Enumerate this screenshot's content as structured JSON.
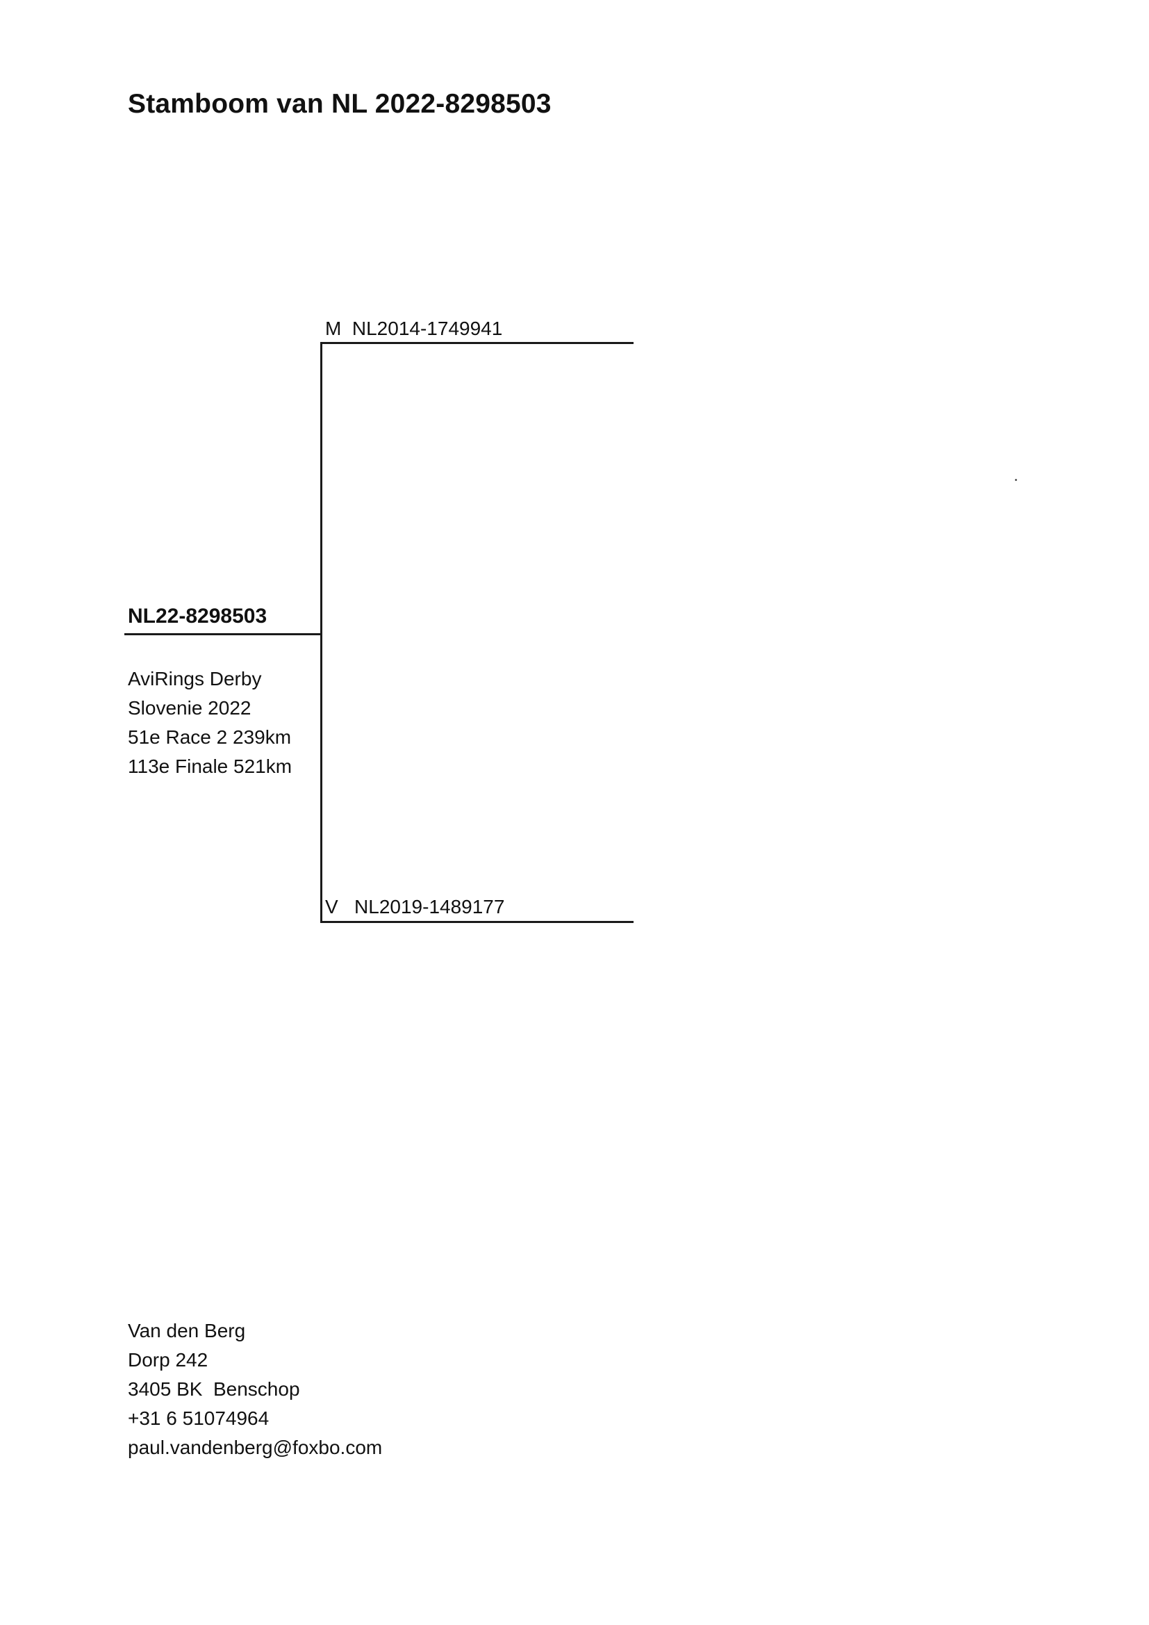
{
  "title": "Stamboom van NL 2022-8298503",
  "pigeon": {
    "id": "NL22-8298503",
    "achievements": [
      "AviRings Derby",
      "Slovenie 2022",
      "51e Race 2 239km",
      "113e Finale 521km"
    ]
  },
  "parents": {
    "father": {
      "sex": "M",
      "ring": "NL2014-1749941"
    },
    "mother": {
      "sex": "V",
      "ring": "NL2019-1489177"
    }
  },
  "contact": {
    "name": "Van den Berg",
    "street": "Dorp 242",
    "postal_city": "3405 BK  Benschop",
    "phone": "+31 6 51074964",
    "email": "paul.vandenberg@foxbo.com"
  }
}
